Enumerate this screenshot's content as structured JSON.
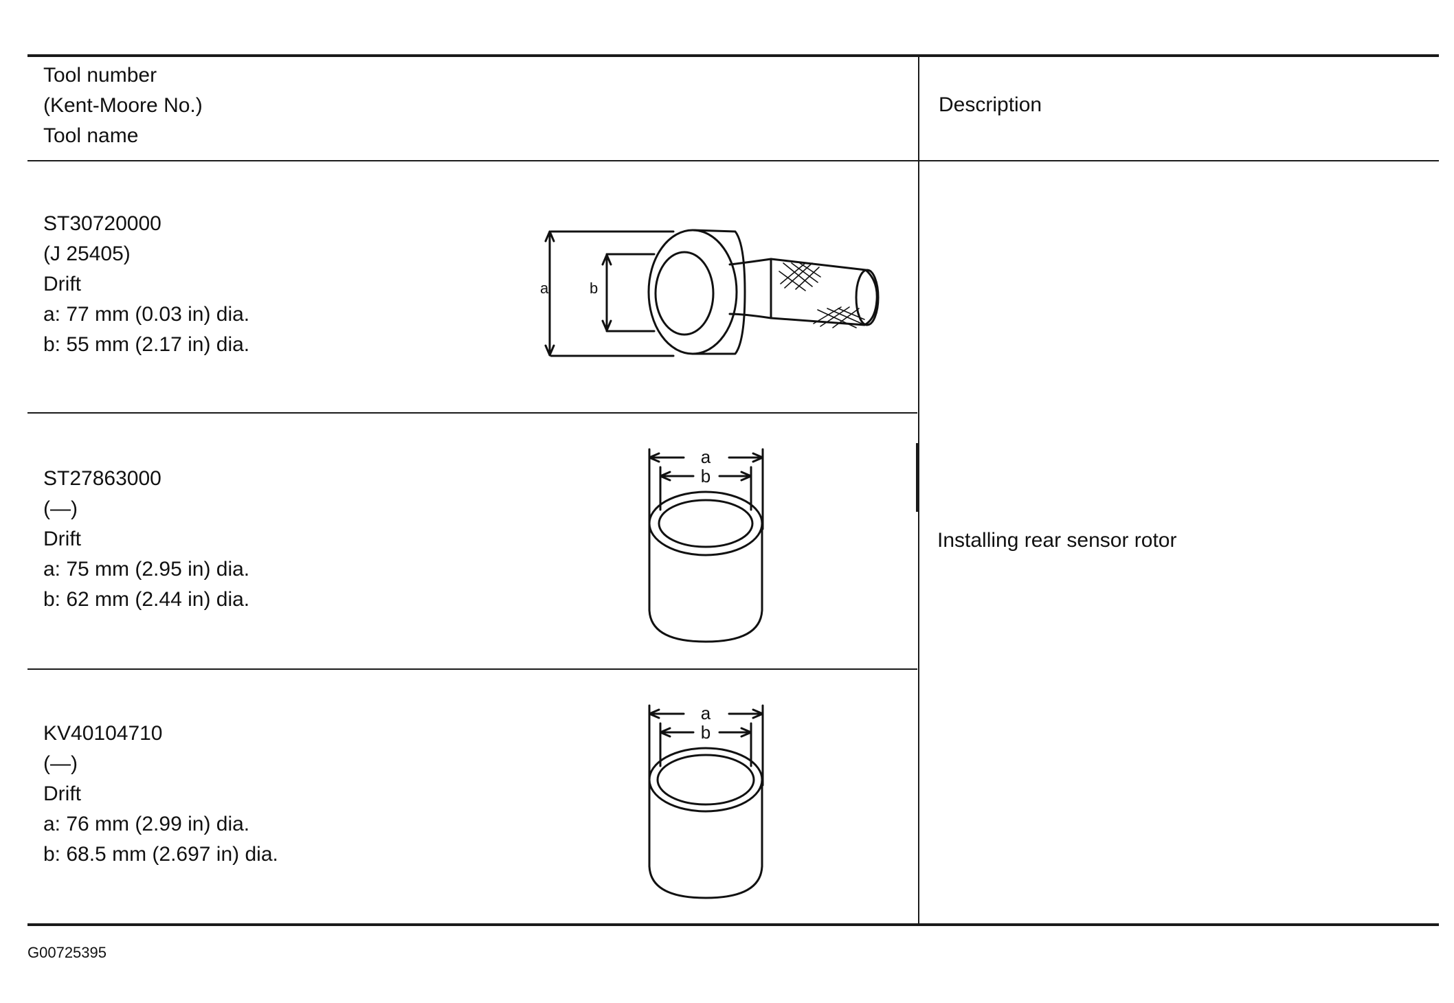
{
  "header": {
    "left_lines": [
      "Tool number",
      "(Kent-Moore No.)",
      "Tool name"
    ],
    "right": "Description"
  },
  "tools": [
    {
      "tool_number": "ST30720000",
      "kent_moore": "(J 25405)",
      "name": "Drift",
      "dim_a": "a: 77 mm (0.03 in) dia.",
      "dim_b": "b: 55 mm (2.17 in) dia.",
      "illustration": "drift-with-handle-icon",
      "label_a": "a",
      "label_b": "b"
    },
    {
      "tool_number": "ST27863000",
      "kent_moore": "(—)",
      "name": "Drift",
      "dim_a": "a: 75 mm (2.95 in) dia.",
      "dim_b": "b: 62 mm (2.44 in) dia.",
      "illustration": "cylinder-drift-icon",
      "label_a": "a",
      "label_b": "b"
    },
    {
      "tool_number": "KV40104710",
      "kent_moore": "(—)",
      "name": "Drift",
      "dim_a": "a: 76 mm (2.99 in) dia.",
      "dim_b": "b: 68.5 mm (2.697 in) dia.",
      "illustration": "cylinder-drift-icon",
      "label_a": "a",
      "label_b": "b"
    }
  ],
  "description": "Installing rear sensor rotor",
  "figure_id": "G00725395",
  "colors": {
    "ink": "#111111",
    "rule": "#1a1a1a",
    "background": "#ffffff"
  }
}
